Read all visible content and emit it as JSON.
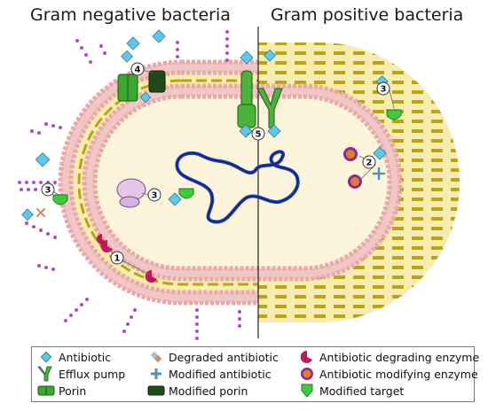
{
  "titles": {
    "left": "Gram negative bacteria",
    "right": "Gram positive bacteria"
  },
  "step_markers": [
    "1",
    "2",
    "3",
    "4",
    "5"
  ],
  "legend": [
    {
      "icon": "antibiotic-icon",
      "label": "Antibiotic"
    },
    {
      "icon": "degraded-antibiotic-icon",
      "label": "Degraded antibiotic"
    },
    {
      "icon": "degrading-enzyme-icon",
      "label": "Antibiotic degrading enzyme"
    },
    {
      "icon": "efflux-pump-icon",
      "label": "Efflux pump"
    },
    {
      "icon": "modified-antibiotic-icon",
      "label": "Modified antibiotic"
    },
    {
      "icon": "modifying-enzyme-icon",
      "label": "Antibiotic modifying enzyme"
    },
    {
      "icon": "porin-icon",
      "label": "Porin"
    },
    {
      "icon": "modified-porin-icon",
      "label": "Modified porin"
    },
    {
      "icon": "modified-target-icon",
      "label": "Modified target"
    }
  ],
  "colors": {
    "antibiotic": "#5ec8e8",
    "membrane_head": "#e9a9a9",
    "periplasm": "#f6ecb0",
    "cytoplasm": "#fdf4dc",
    "peptidoglycan": "#b9a316",
    "lps": "#b24ad0",
    "dna": "#1d3fb8",
    "porin": "#3aa82e",
    "modified_porin": "#1f4a1a",
    "enzyme_degrading": "#c2185b",
    "enzyme_modifying": "#e08020",
    "modified_target": "#3ecb3a",
    "divider": "#222222"
  }
}
